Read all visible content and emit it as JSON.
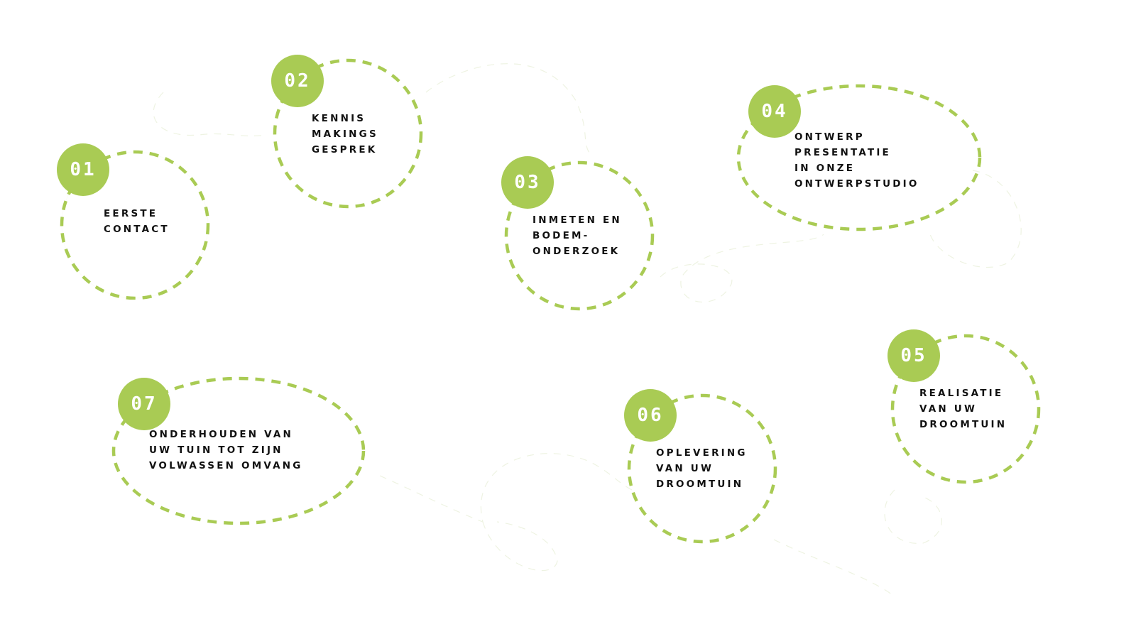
{
  "diagram": {
    "accent_color": "#a9cb54",
    "steps": [
      {
        "number": "01",
        "lines": [
          "EERSTE",
          "CONTACT"
        ]
      },
      {
        "number": "02",
        "lines": [
          "KENNIS",
          "MAKINGS",
          "GESPREK"
        ]
      },
      {
        "number": "03",
        "lines": [
          "INMETEN EN",
          "BODEM-",
          "ONDERZOEK"
        ]
      },
      {
        "number": "04",
        "lines": [
          "ONTWERP",
          "PRESENTATIE",
          "IN ONZE",
          "ONTWERPSTUDIO"
        ]
      },
      {
        "number": "05",
        "lines": [
          "REALISATIE",
          "VAN UW",
          "DROOMTUIN"
        ]
      },
      {
        "number": "06",
        "lines": [
          "OPLEVERING",
          "VAN UW",
          "DROOMTUIN"
        ]
      },
      {
        "number": "07",
        "lines": [
          "ONDERHOUDEN VAN",
          "UW TUIN TOT ZIJN",
          "VOLWASSEN OMVANG"
        ]
      }
    ]
  }
}
